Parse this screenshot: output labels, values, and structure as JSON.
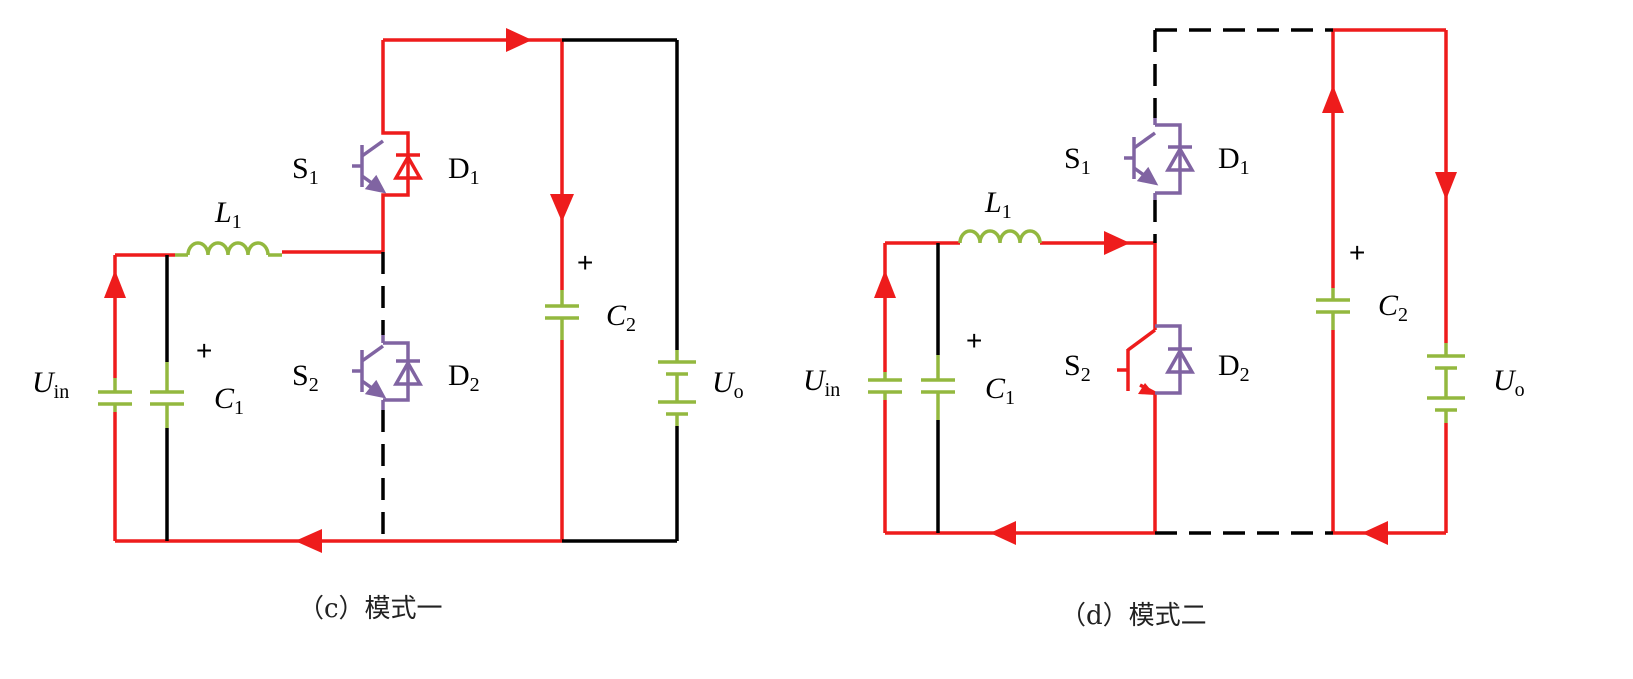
{
  "colors": {
    "active_wire": "#ee1c1c",
    "idle_wire": "#000000",
    "component_green": "#93b83f",
    "switch_purple": "#8064a2"
  },
  "panels": [
    {
      "caption": "（c）模式一",
      "labels": {
        "inductor": "L",
        "inductor_sub": "1",
        "switch_top": "S",
        "switch_top_sub": "1",
        "diode_top": "D",
        "diode_top_sub": "1",
        "switch_bottom": "S",
        "switch_bottom_sub": "2",
        "diode_bottom": "D",
        "diode_bottom_sub": "2",
        "source": "U",
        "source_sub": "in",
        "cap_in": "C",
        "cap_in_sub": "1",
        "cap_out": "C",
        "cap_out_sub": "2",
        "output": "U",
        "output_sub": "o",
        "plus_c1": "+",
        "plus_c2": "+"
      }
    },
    {
      "caption": "（d）模式二",
      "labels": {
        "inductor": "L",
        "inductor_sub": "1",
        "switch_top": "S",
        "switch_top_sub": "1",
        "diode_top": "D",
        "diode_top_sub": "1",
        "switch_bottom": "S",
        "switch_bottom_sub": "2",
        "diode_bottom": "D",
        "diode_bottom_sub": "2",
        "source": "U",
        "source_sub": "in",
        "cap_in": "C",
        "cap_in_sub": "1",
        "cap_out": "C",
        "cap_out_sub": "2",
        "output": "U",
        "output_sub": "o",
        "plus_c1": "+",
        "plus_c2": "+"
      }
    }
  ]
}
